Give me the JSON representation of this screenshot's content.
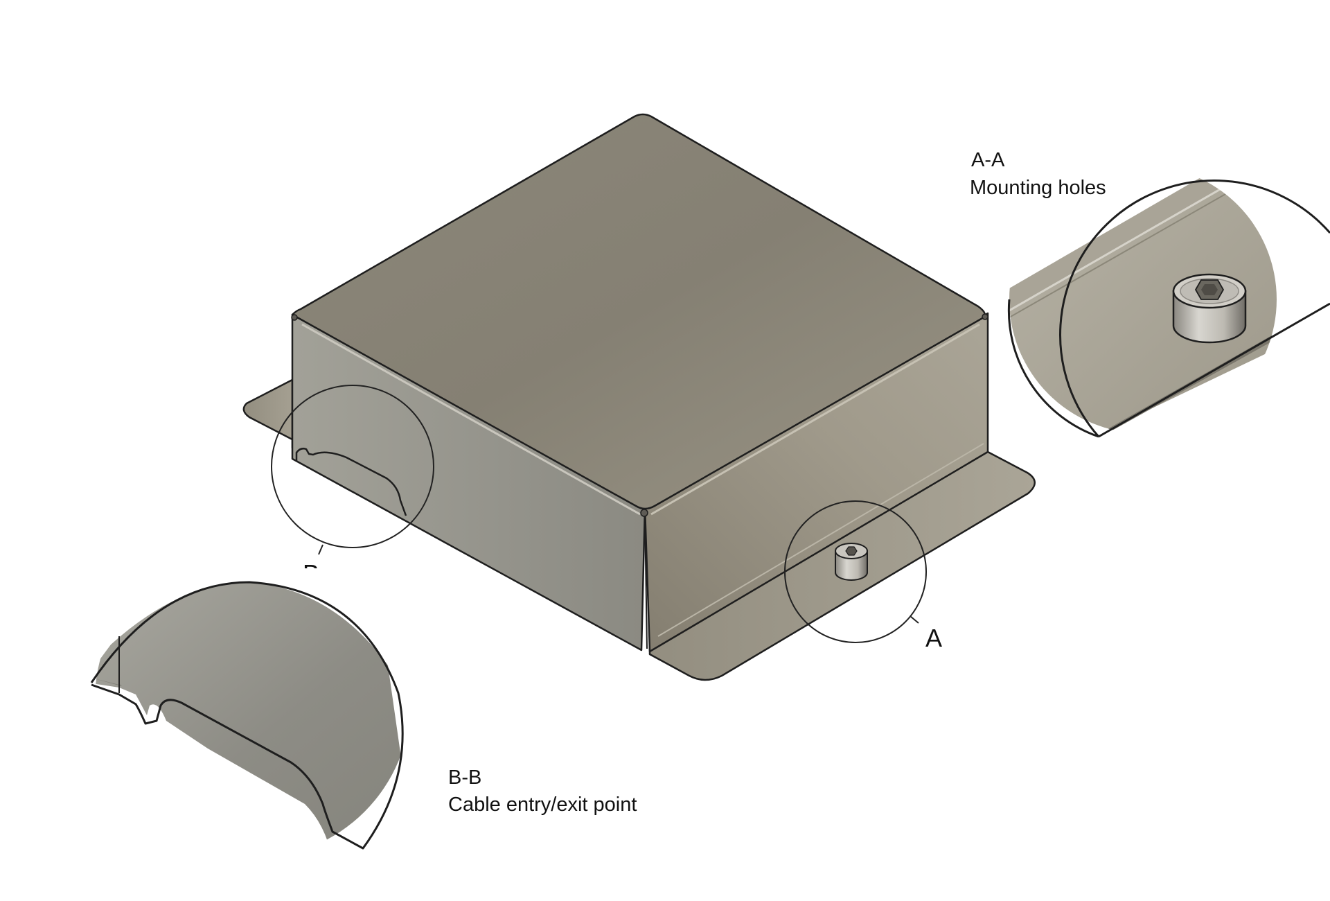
{
  "callouts": {
    "a": "A",
    "b": "B"
  },
  "detail_views": {
    "a": {
      "id": "A-A",
      "caption": "Mounting holes"
    },
    "b": {
      "id": "B-B",
      "caption": "Cable entry/exit point"
    }
  },
  "colors": {
    "background": "#ffffff",
    "outline": "#1e1e1e",
    "metal_light": "#aaa597",
    "metal_mid": "#8e897a",
    "metal_dark": "#7e7a6e",
    "callout_line": "#222222"
  }
}
